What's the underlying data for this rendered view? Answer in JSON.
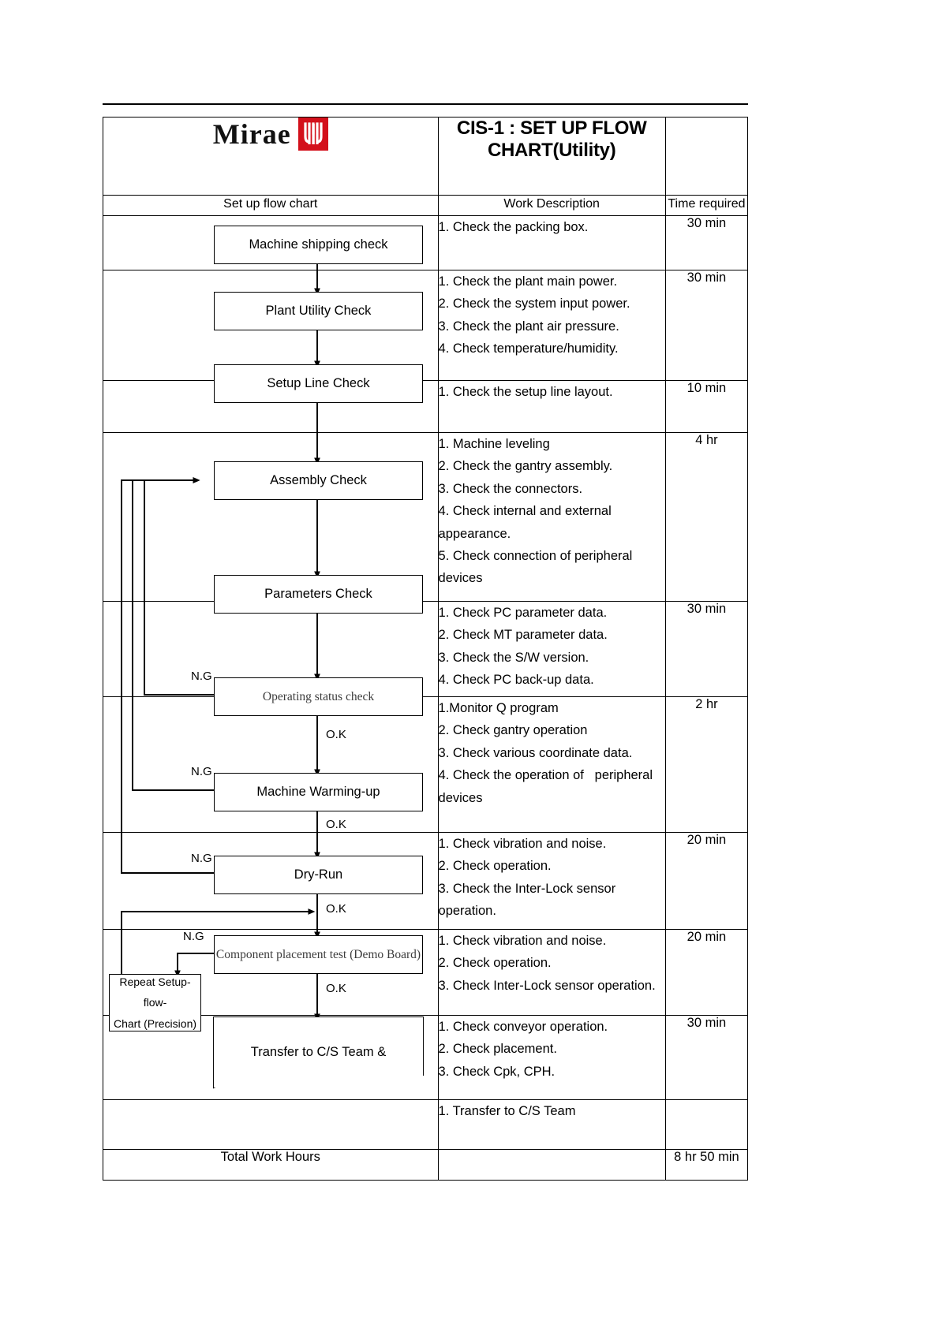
{
  "header": {
    "logo_word": "Mirae",
    "logo_mark_name": "mirae-m-mark",
    "logo_mark_color": "#d3101b",
    "title": "CIS-1 : SET UP FLOW CHART(Utility)"
  },
  "columns": {
    "flow": "Set up flow chart",
    "description": "Work Description",
    "time": "Time required"
  },
  "rows": [
    {
      "node": "Machine shipping check",
      "description": "1. Check the packing box.",
      "time": "30 min"
    },
    {
      "node": "Plant Utility Check",
      "description": "1. Check the plant main power.\n2. Check the system input power.\n3. Check the plant air pressure.\n4. Check temperature/humidity.",
      "time": "30 min"
    },
    {
      "node": "Setup Line Check",
      "description": "1. Check the setup line layout.",
      "time": "10 min"
    },
    {
      "node": "Assembly Check",
      "description": "1. Machine leveling\n2. Check the gantry assembly.\n3. Check the connectors.\n4. Check internal and external\nappearance.\n5. Check connection of peripheral\ndevices",
      "time": "4 hr"
    },
    {
      "node": "Parameters Check",
      "description": "1. Check PC parameter data.\n2. Check MT parameter data.\n3. Check the S/W version.\n4. Check PC back-up data.",
      "time": "30 min"
    },
    {
      "node": "Operating status check",
      "description": "1.Monitor Q program\n2. Check gantry operation\n3. Check various coordinate data.\n4. Check the operation of   peripheral\ndevices",
      "time": "2 hr"
    },
    {
      "node": "Dry-Run",
      "description": "1. Check vibration and noise.\n2. Check operation.\n3. Check the Inter-Lock sensor\noperation.",
      "time": "20 min"
    },
    {
      "node": "Component placement test (Demo Board)",
      "description": "1. Check vibration and noise.\n2. Check operation.\n3. Check Inter-Lock sensor operation.",
      "time": "20 min"
    },
    {
      "node": "Transfer to C/S Team &",
      "description": "1. Check conveyor operation.\n2. Check placement.\n3. Check Cpk, CPH.",
      "time": "30 min"
    },
    {
      "node": "",
      "description": "1. Transfer to C/S Team",
      "time": ""
    }
  ],
  "extra_nodes": {
    "machine_warming_up": "Machine Warming-up",
    "repeat_setup": "Repeat Setup-flow-\nChart (Precision)"
  },
  "edge_labels": {
    "ng": "N.G",
    "ok": "O.K"
  },
  "total": {
    "label": "Total Work Hours",
    "value": "8 hr 50 min"
  }
}
